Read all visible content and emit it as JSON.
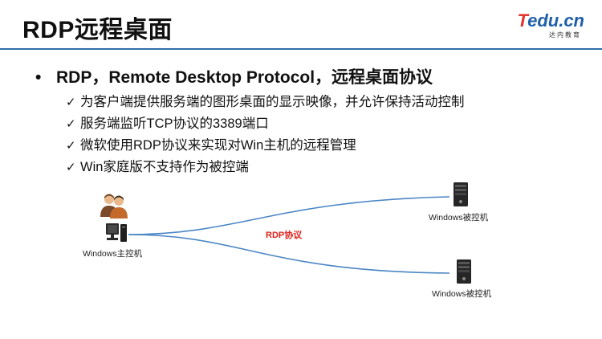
{
  "slide": {
    "title": "RDP远程桌面",
    "logo": {
      "brand": "edu.cn",
      "brand_initial": "T",
      "tagline": "达内教育"
    },
    "bullet": "RDP，Remote Desktop Protocol，远程桌面协议",
    "bullet_marker": "•",
    "check_marker": "✓",
    "checks": [
      "为客户端提供服务端的图形桌面的显示映像，并允许保持活动控制",
      "服务端监听TCP协议的3389端口",
      "微软使用RDP协议来实现对Win主机的远程管理",
      "Win家庭版不支持作为被控端"
    ]
  },
  "diagram": {
    "controller_label": "Windows主控机",
    "protocol_label": "RDP协议",
    "target_top_label": "Windows被控机",
    "target_bottom_label": "Windows被控机",
    "line_color": "#4a86c5",
    "protocol_color": "#e0201b"
  }
}
